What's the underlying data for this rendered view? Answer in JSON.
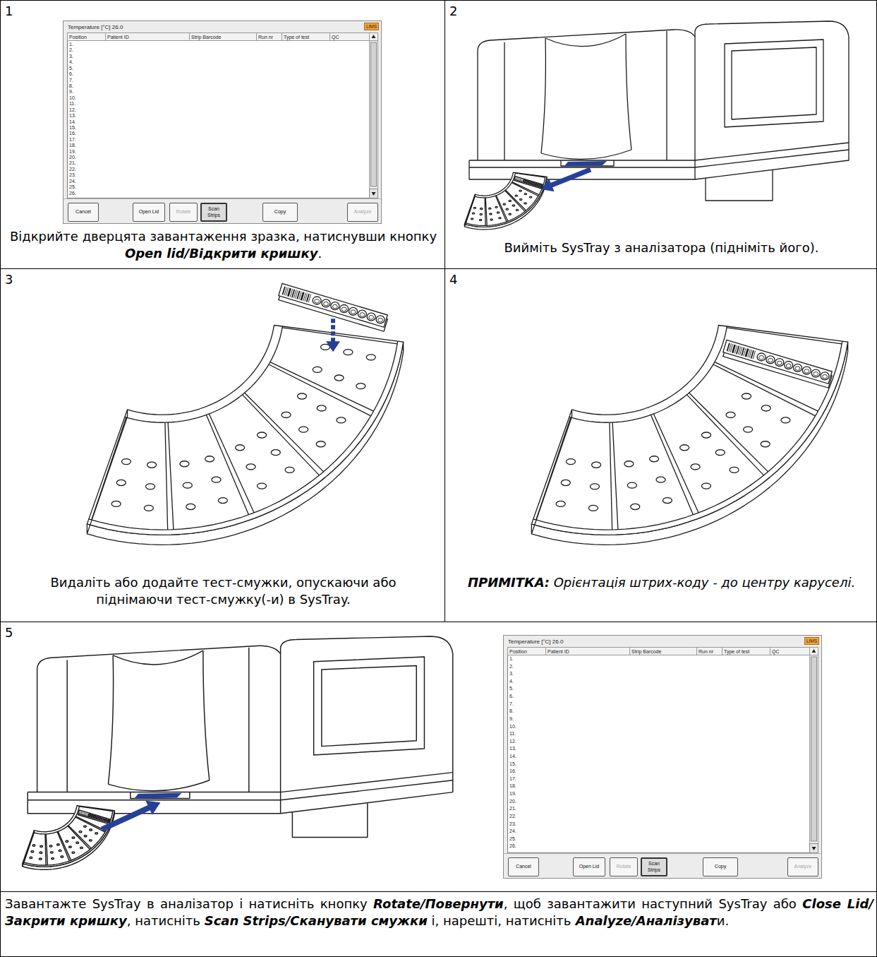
{
  "diagram": {
    "nodes": [
      {
        "text": [
          "1",
          "Відкрийте дверцята завантаження зразка, натиснувши кнопку Open lid/Відкрити кришку."
        ]
      },
      {
        "text": [
          "Temperature [°C] 26.0",
          "Position",
          "Patient ID",
          "Strip Barcode",
          "Run nr",
          "Type of test",
          "QC",
          "1.",
          "2.",
          "3.",
          "4.",
          "5.",
          "6.",
          "7.",
          "8.",
          "9.",
          "10.",
          "11.",
          "12.",
          "13.",
          "14.",
          "15.",
          "16.",
          "17.",
          "18.",
          "19.",
          "20.",
          "21.",
          "22.",
          "23.",
          "24.",
          "25.",
          "26."
        ],
        "in": 0
      },
      {
        "text": [
          "LIMS"
        ],
        "in": 1
      },
      {
        "text": [
          "Cancel"
        ],
        "in": 1
      },
      {
        "text": [
          "Open Lid"
        ],
        "in": 1
      },
      {
        "text": [
          "Rotate"
        ],
        "in": 1
      },
      {
        "text": [
          "Scan Strips"
        ],
        "in": 1
      },
      {
        "text": [
          "Copy"
        ],
        "in": 1
      },
      {
        "text": [
          "Analyze"
        ],
        "in": 1
      },
      {
        "text": [
          "2",
          "Вийміть SysTray з аналізатора (підніміть його)."
        ]
      },
      {
        "text": [
          "3",
          "Видаліть або додайте тест-смужки, опускаючи або піднімаючи тест-смужку(-и) в SysTray."
        ]
      },
      {
        "text": [
          "4",
          "ПРИМІТКА: Орієнтація штрих-коду - до центру каруселі."
        ]
      },
      {
        "text": [
          "5"
        ]
      },
      {
        "text": [
          "Temperature [°C] 26.0",
          "Position",
          "Patient ID",
          "Strip Barcode",
          "Run nr",
          "Type of test",
          "QC",
          "1.",
          "2.",
          "3.",
          "4.",
          "5.",
          "6.",
          "7.",
          "8.",
          "9.",
          "10.",
          "11.",
          "12.",
          "13.",
          "14.",
          "15.",
          "16.",
          "17.",
          "18.",
          "19.",
          "20.",
          "21.",
          "22.",
          "23.",
          "24.",
          "25.",
          "26."
        ],
        "in": 12
      },
      {
        "text": [
          "LIMS"
        ],
        "in": 13
      },
      {
        "text": [
          "Cancel"
        ],
        "in": 13
      },
      {
        "text": [
          "Open Lid"
        ],
        "in": 13
      },
      {
        "text": [
          "Rotate"
        ],
        "in": 13
      },
      {
        "text": [
          "Scan Strips"
        ],
        "in": 13
      },
      {
        "text": [
          "Copy"
        ],
        "in": 13
      },
      {
        "text": [
          "Analyze"
        ],
        "in": 13
      },
      {
        "text": [
          "Завантажте SysTray в аналізатор і натисніть кнопку Rotate/Повернути, щоб завантажити наступний SysTray або Close Lid/Закрити кришку, натисніть Scan Strips/Сканувати смужки і, нарешті, натисніть Analyze/Аналізувати."
        ]
      }
    ]
  }
}
